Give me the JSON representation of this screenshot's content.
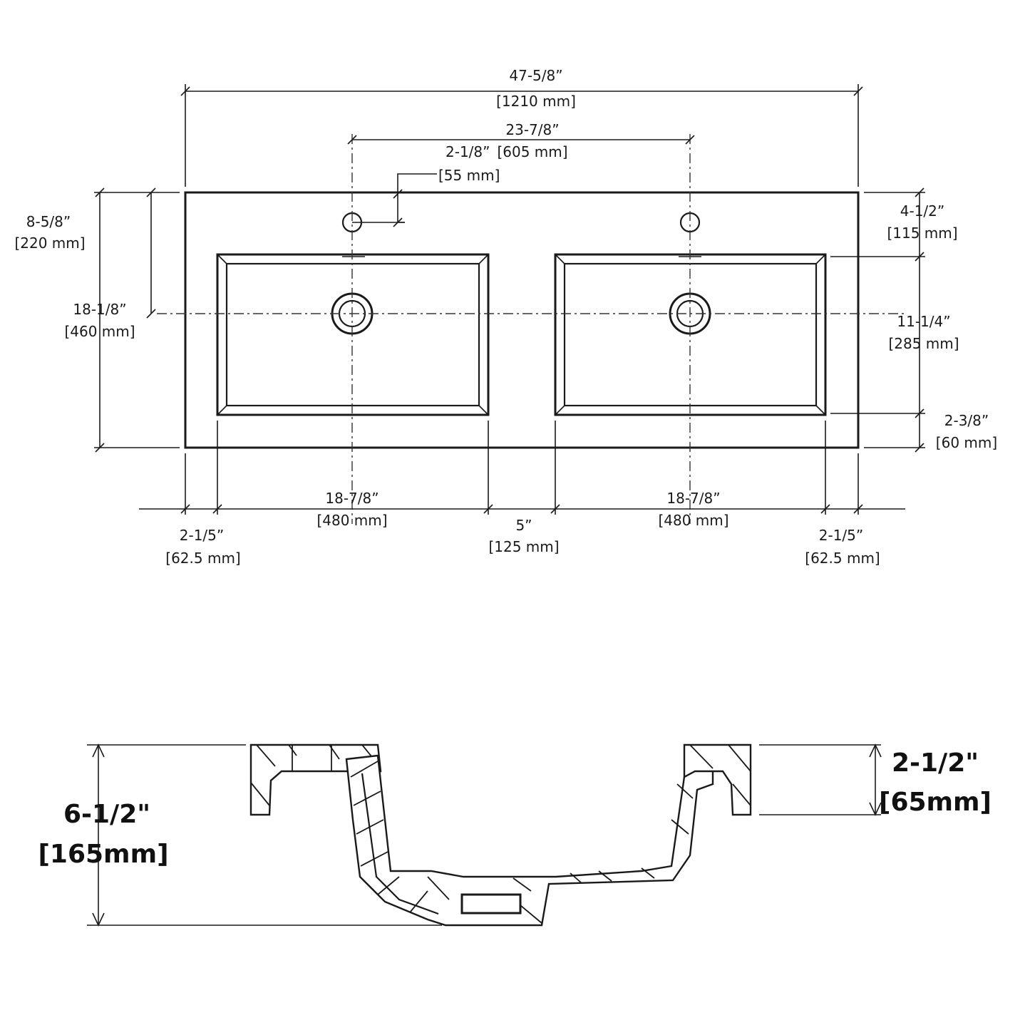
{
  "top_view": {
    "overall_width_in": "47-5/8”",
    "overall_width_mm": "[1210 mm]",
    "center_spacing_in": "23-7/8”",
    "center_spacing_mm": "[605 mm]",
    "faucet_offset_in": "2-1/8”",
    "faucet_offset_mm": "[55 mm]",
    "drain_depth_in": "8-5/8”",
    "drain_depth_mm": "[220 mm]",
    "overall_depth_in": "18-1/8”",
    "overall_depth_mm": "[460 mm]",
    "back_margin_in": "4-1/2”",
    "back_margin_mm": "[115 mm]",
    "bowl_depth_in": "11-1/4”",
    "bowl_depth_mm": "[285 mm]",
    "front_margin_in": "2-3/8”",
    "front_margin_mm": "[60 mm]",
    "bowl_left_width_in": "18-7/8”",
    "bowl_left_width_mm": "[480 mm]",
    "bowl_right_width_in": "18-7/8”",
    "bowl_right_width_mm": "[480 mm]",
    "gap_in": "5”",
    "gap_mm": "[125 mm]",
    "side_left_in": "2-1/5”",
    "side_left_mm": "[62.5 mm]",
    "side_right_in": "2-1/5”",
    "side_right_mm": "[62.5 mm]"
  },
  "section_view": {
    "total_height_in": "6-1/2\"",
    "total_height_mm": "[165mm]",
    "rim_height_in": "2-1/2\"",
    "rim_height_mm": "[65mm]"
  }
}
